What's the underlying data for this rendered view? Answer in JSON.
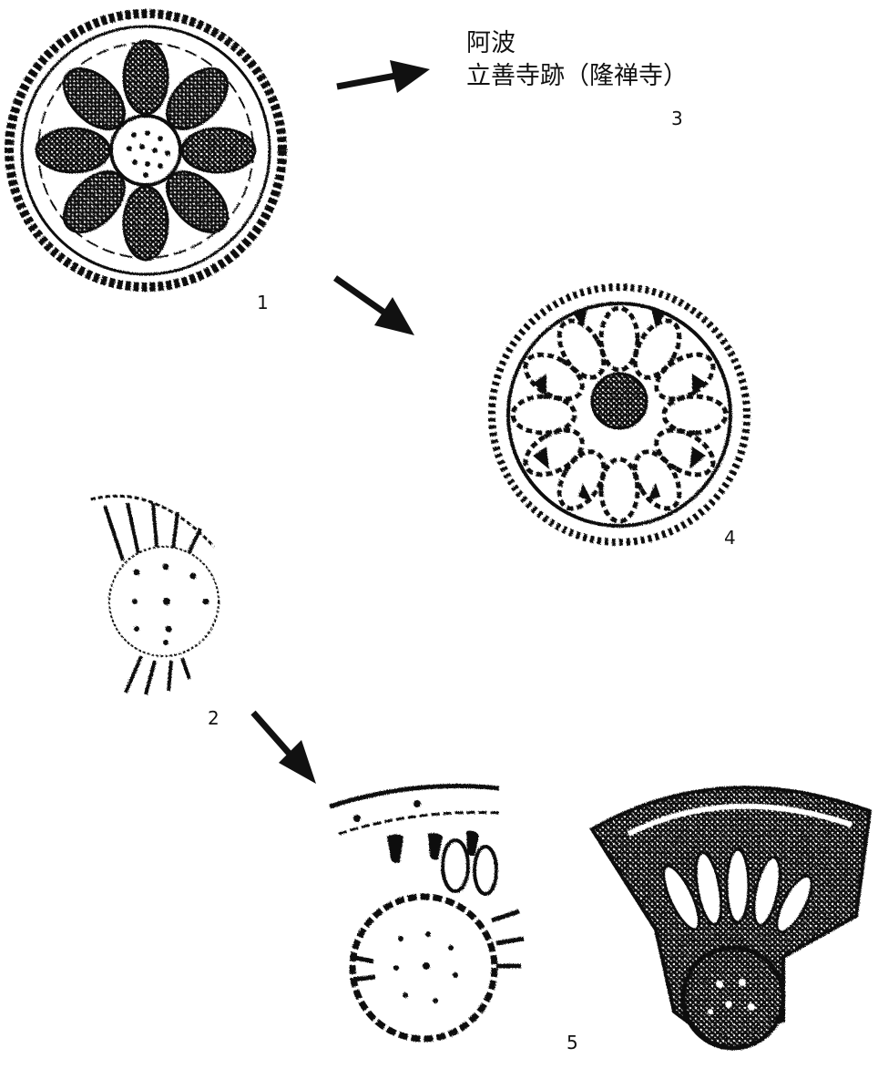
{
  "caption": {
    "line1": "阿波",
    "line2": "立善寺跡（隆禅寺）"
  },
  "labels": {
    "fig1": "1",
    "fig2": "2",
    "fig3": "3",
    "fig4": "4",
    "fig5": "5"
  },
  "colors": {
    "ink": "#111111",
    "paper": "#ffffff"
  }
}
